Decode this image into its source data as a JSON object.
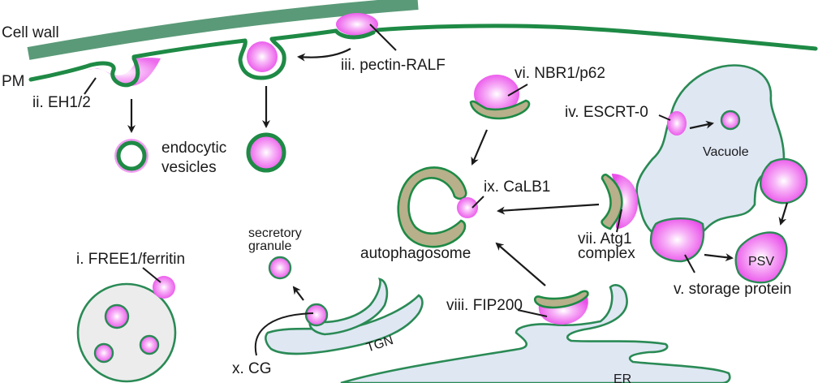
{
  "figure": {
    "title": "Selective protein trafficking and autophagy pathways in plant cells",
    "colors": {
      "cell_wall": "#5a9a78",
      "membrane": "#1e8a45",
      "cargo_pink": "#f06ef0",
      "organelle_fill": "#dfe7f3",
      "phagophore_fill": "#b7b08a",
      "mvb_fill": "#ececec"
    }
  },
  "labels": {
    "cell_wall": "Cell wall",
    "pm": "PM",
    "eh12": "ii. EH1/2",
    "endocytic_line1": "endocytic",
    "endocytic_line2": "vesicles",
    "pectin_ralf": "iii. pectin-RALF",
    "nbr1": "vi. NBR1/p62",
    "escrt0": "iv. ESCRT-0",
    "vacuole": "Vacuole",
    "calb1": "ix. CaLB1",
    "autophagosome": "autophagosome",
    "atg1_line1": "vii. Atg1",
    "atg1_line2": "complex",
    "psv": "PSV",
    "storage_protein": "v. storage protein",
    "free1": "i. FREE1/ferritin",
    "secretory_line1": "secretory",
    "secretory_line2": "granule",
    "fip200": "viii. FIP200",
    "tgn": "TGN",
    "cg": "x. CG",
    "er": "ER"
  }
}
